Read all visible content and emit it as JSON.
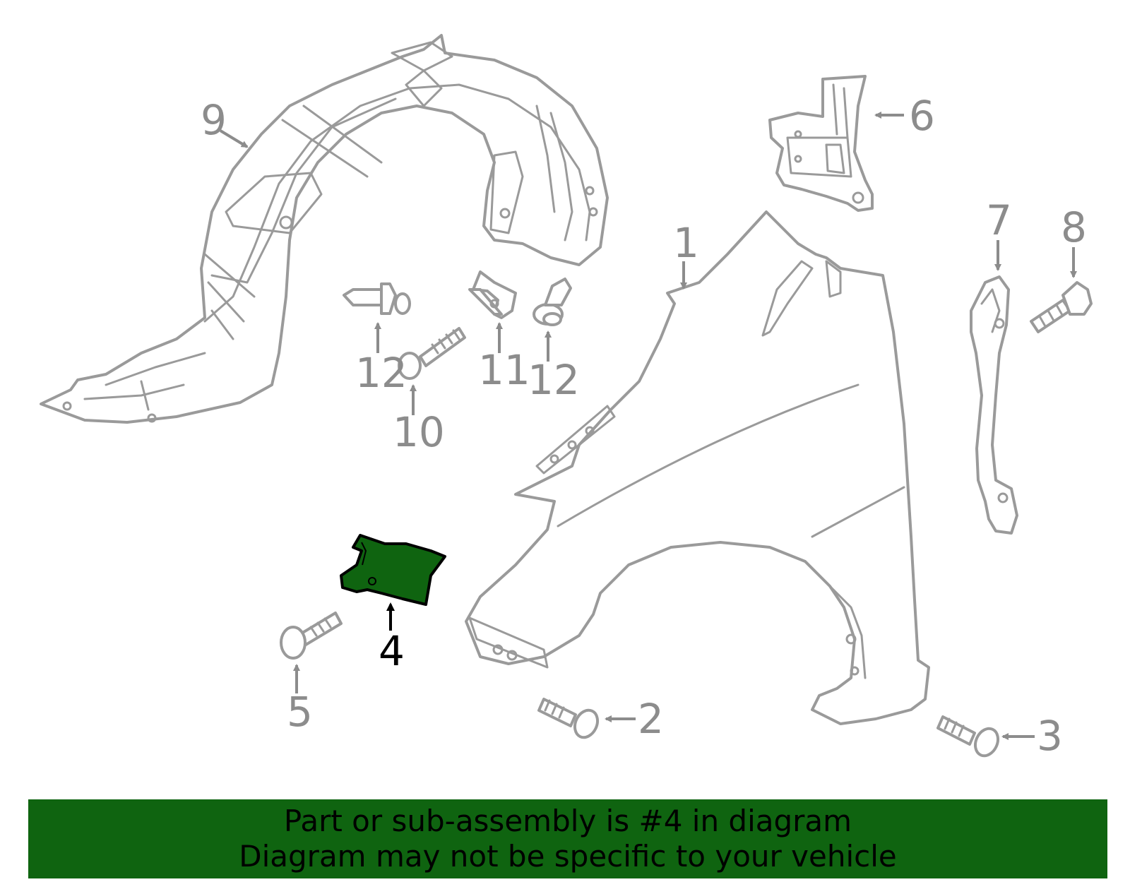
{
  "callouts": {
    "c1": "1",
    "c2": "2",
    "c3": "3",
    "c4": "4",
    "c5": "5",
    "c6": "6",
    "c7": "7",
    "c8": "8",
    "c9": "9",
    "c10": "10",
    "c11": "11",
    "c12a": "12",
    "c12b": "12"
  },
  "highlighted_part": "4",
  "banner": {
    "line1": "Part or sub-assembly is #4 in diagram",
    "line2": "Diagram may not be specific to your vehicle"
  },
  "colors": {
    "highlight": "#0f6410",
    "line_art": "#9a9a9a",
    "callout_text": "#8c8c8c"
  }
}
